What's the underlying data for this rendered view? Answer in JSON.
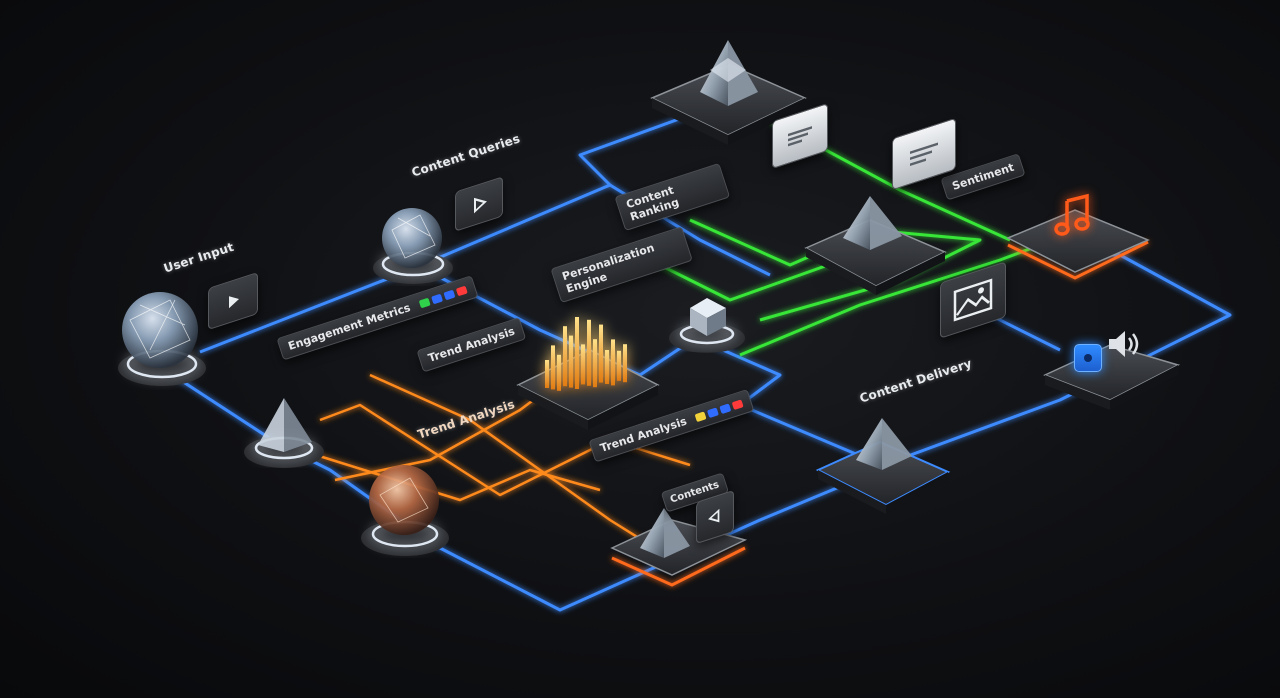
{
  "labels": {
    "user_input": "User Input",
    "content_queries": "Content Queries",
    "content_ranking": "Content Ranking",
    "personalization_engine": "Personalization Engine",
    "engagement_metrics": "Engagement Metrics",
    "trend_analysis_tag": "Trend Analysis",
    "trend_analysis_line": "Trend Analysis",
    "trend_analysis_tag2": "Trend Analysis",
    "content_delivery": "Content Delivery",
    "contents": "Contents",
    "sentiment": "Sentiment"
  },
  "icons": {
    "play": "play-icon",
    "chat": "chat-bubble-icon",
    "music": "music-note-icon",
    "image": "image-icon",
    "speaker": "speaker-icon",
    "chart": "bar-chart-icon"
  },
  "colors": {
    "blue_flow": "#3d8bff",
    "green_flow": "#39e639",
    "orange_flow": "#ff8a1f",
    "chip_green": "#2fd24a",
    "chip_blue": "#2f6cff",
    "chip_red": "#ff3a3a",
    "chip_yellow": "#f2d23a",
    "bar_gold": "#ffb52e"
  }
}
